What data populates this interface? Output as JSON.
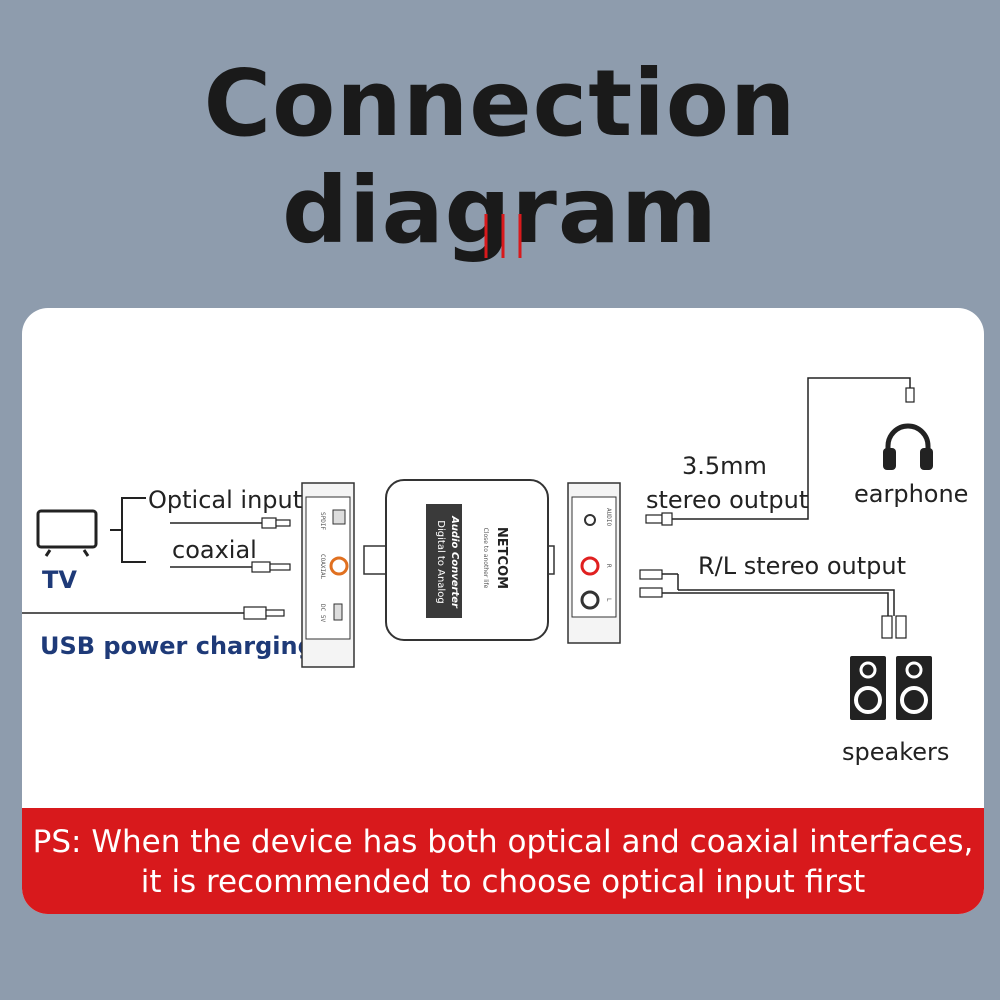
{
  "title": "Connection diagram",
  "labels": {
    "tv": "TV",
    "optical_input": "Optical input",
    "coaxial": "coaxial",
    "usb_power": "USB power charging",
    "stereo_35_line1": "3.5mm",
    "stereo_35_line2": "stereo output",
    "earphone": "earphone",
    "rl_stereo": "R/L stereo output",
    "speakers": "speakers"
  },
  "device": {
    "brand": "NETCOM",
    "tagline": "Close to another life",
    "line1": "Digital to Analog",
    "line2": "Audio Converter",
    "port_optical": "SPDIF",
    "port_coaxial": "COAXIAL",
    "port_dc": "DC 5V",
    "port_audio": "AUDIO",
    "port_r": "R",
    "port_l": "L"
  },
  "note": {
    "line1": "PS: When the device has both optical and coaxial interfaces,",
    "line2": "it is recommended to choose optical input first"
  },
  "colors": {
    "background": "#8e9cad",
    "banner": "#d8191c",
    "accent_blue": "#1e3a78",
    "port_red": "#e02020"
  }
}
